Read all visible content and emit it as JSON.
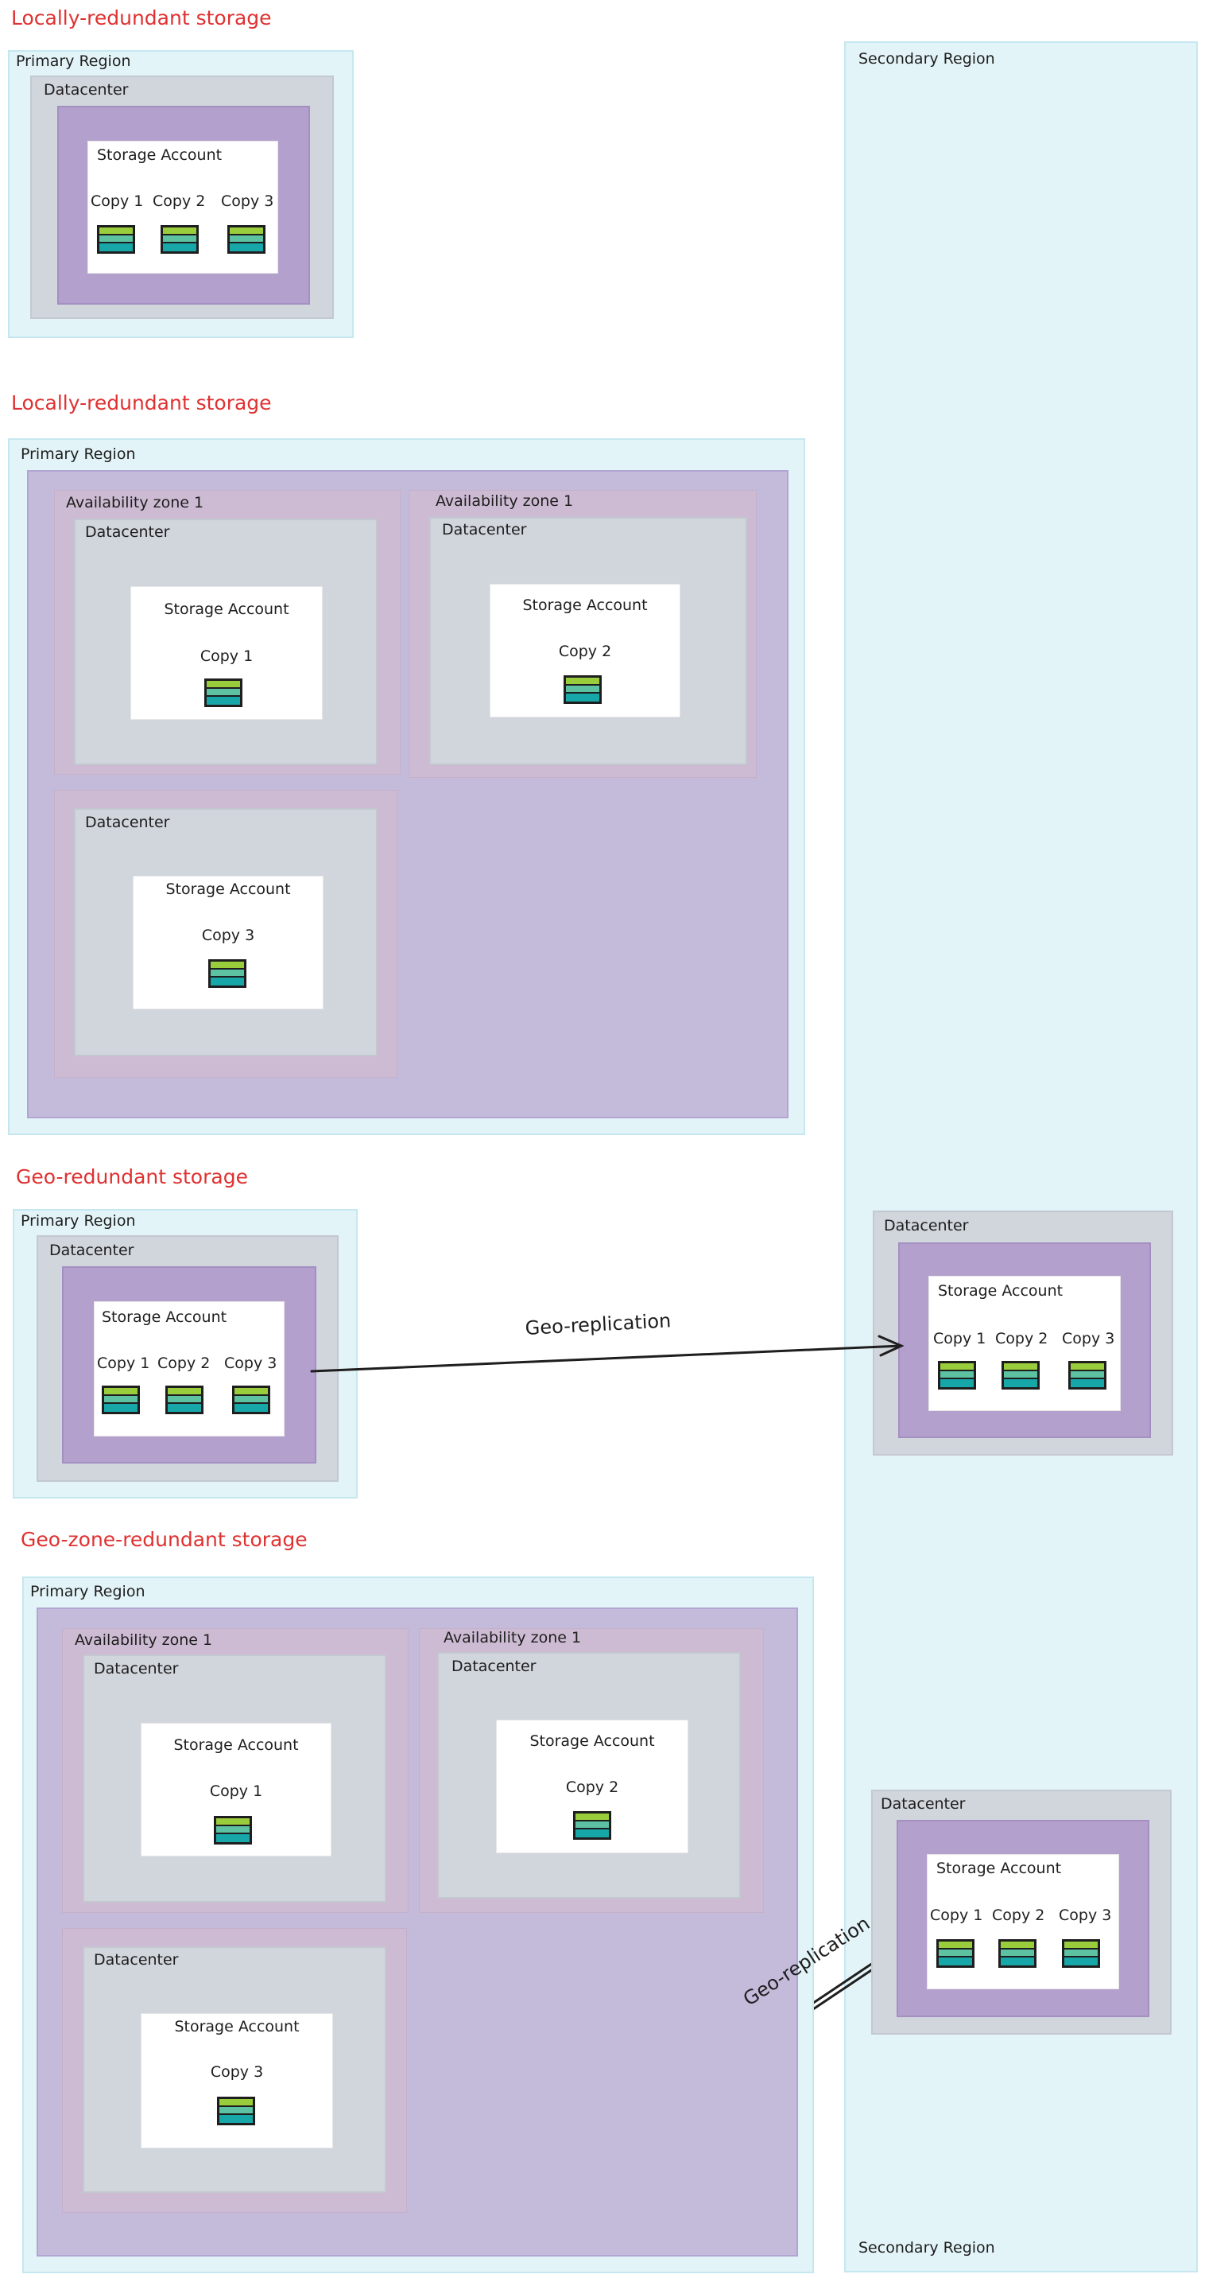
{
  "sections": {
    "lrs1_title": "Locally-redundant storage",
    "lrs2_title": "Locally-redundant storage",
    "grs_title": "Geo-redundant storage",
    "gzrs_title": "Geo-zone-redundant storage"
  },
  "labels": {
    "primary_region": "Primary Region",
    "secondary_region": "Secondary Region",
    "datacenter": "Datacenter",
    "availability_zone": "Availability zone 1",
    "storage_account": "Storage Account",
    "copy1": "Copy 1",
    "copy2": "Copy 2",
    "copy3": "Copy 3",
    "geo_replication": "Geo-replication"
  },
  "colors": {
    "title": "#e03131",
    "region_fill": "#e3f4f8",
    "zone_group_fill": "#c4bbdb",
    "availability_zone_fill": "#cdbbd3",
    "datacenter_fill": "#d1d5dc",
    "storage_wrap_fill": "#b4a0cd",
    "disk_green": "#9acd3c",
    "disk_teal": "#17a7a9"
  },
  "icons": [
    "disk-stack-icon",
    "arrow-right-icon"
  ]
}
